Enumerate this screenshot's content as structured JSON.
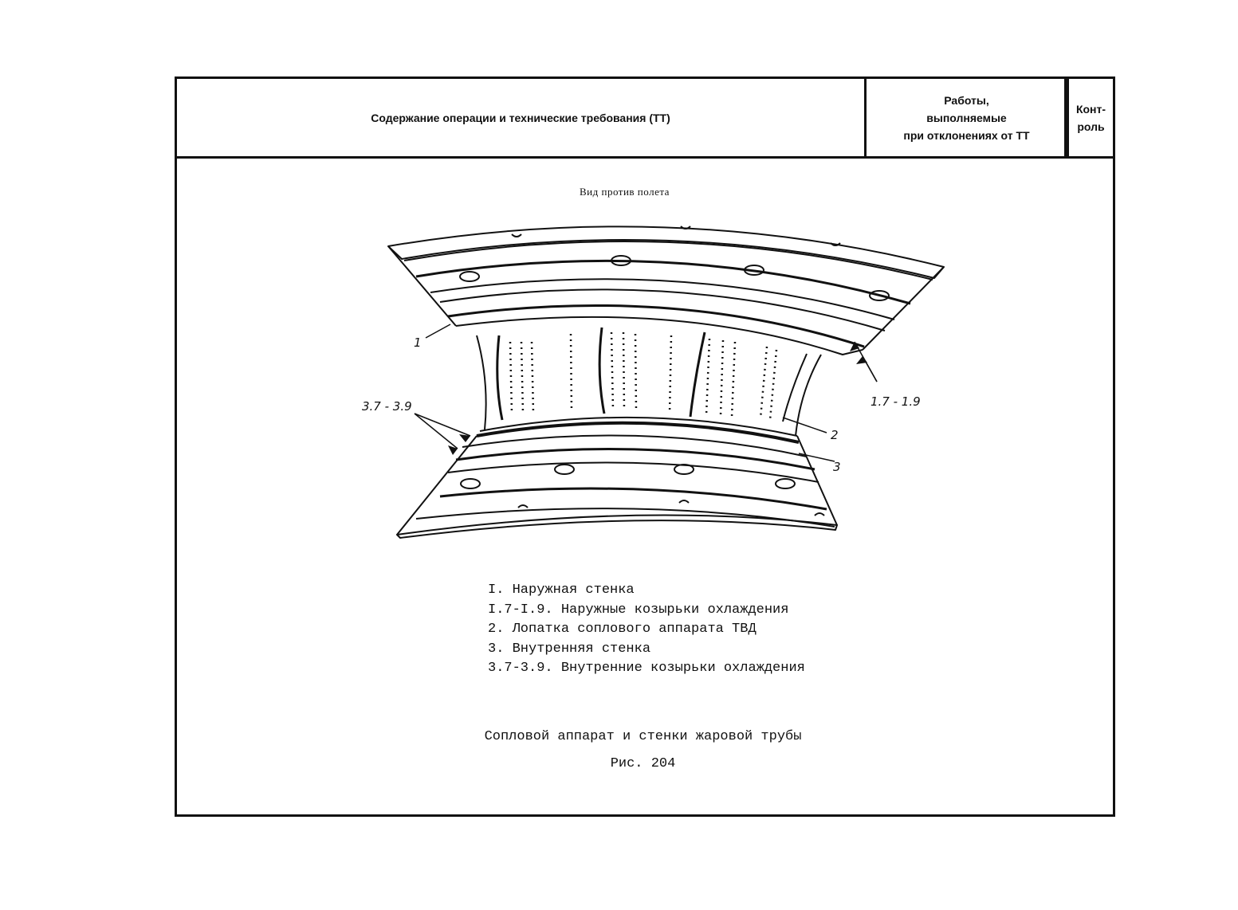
{
  "header": {
    "col_content": "Содержание операции и технические требования (ТТ)",
    "col_works": [
      "Работы,",
      "выполняемые",
      "при отклонениях от ТТ"
    ],
    "col_control": [
      "Конт-",
      "роль"
    ]
  },
  "view_label": "Вид против полета",
  "callouts": {
    "c1": "1",
    "c17_19": "1.7 - 1.9",
    "c2": "2",
    "c3": "3",
    "c37_39": "3.7 - 3.9"
  },
  "legend": [
    "I. Наружная стенка",
    "I.7-I.9. Наружные козырьки охлаждения",
    "2. Лопатка соплового аппарата ТВД",
    "3. Внутренняя стенка",
    "3.7-3.9. Внутренние козырьки охлаждения"
  ],
  "caption": "Сопловой аппарат и стенки жаровой трубы",
  "figure_number": "Рис. 204"
}
